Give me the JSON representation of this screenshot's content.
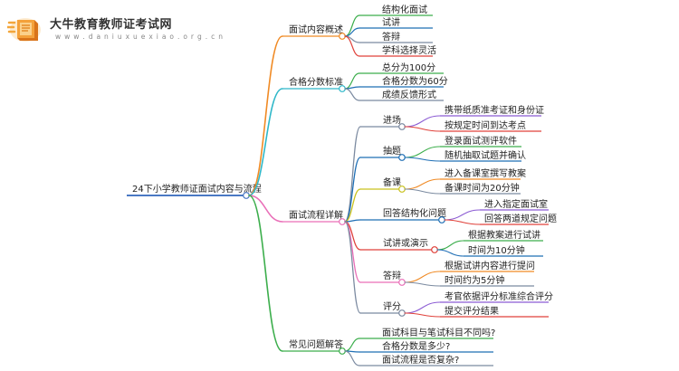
{
  "brand": {
    "title": "大牛教育教师证考试网",
    "url": "w w w . d a n i u x u e x i a o . o r g . c n"
  },
  "colors": {
    "orange": "#f08a24",
    "cyan": "#2fb8c9",
    "pink": "#e96fb8",
    "green": "#3cae4c",
    "blue": "#1f6fb5",
    "slate": "#7b8aa0",
    "red": "#e0413a",
    "yellow": "#c9c21e",
    "purple": "#8b5bd3",
    "root": "#4a79c4"
  },
  "mindmap": {
    "root": "24下小学教师证面试内容与流程",
    "branches": [
      {
        "label": "面试内容概述",
        "items": [
          "结构化面试",
          "试讲",
          "答辩",
          "学科选择灵活"
        ]
      },
      {
        "label": "合格分数标准",
        "items": [
          "总分为100分",
          "合格分数为60分",
          "成绩反馈形式"
        ]
      },
      {
        "label": "面试流程详解",
        "steps": [
          {
            "label": "进场",
            "items": [
              "携带纸质准考证和身份证",
              "按规定时间到达考点"
            ]
          },
          {
            "label": "抽题",
            "items": [
              "登录面试测评软件",
              "随机抽取试题并确认"
            ]
          },
          {
            "label": "备课",
            "items": [
              "进入备课室撰写教案",
              "备课时间为20分钟"
            ]
          },
          {
            "label": "回答结构化问题",
            "items": [
              "进入指定面试室",
              "回答两道规定问题"
            ]
          },
          {
            "label": "试讲或演示",
            "items": [
              "根据教案进行试讲",
              "时间为10分钟"
            ]
          },
          {
            "label": "答辩",
            "items": [
              "根据试讲内容进行提问",
              "时间约为5分钟"
            ]
          },
          {
            "label": "评分",
            "items": [
              "考官依据评分标准综合评分",
              "提交评分结果"
            ]
          }
        ]
      },
      {
        "label": "常见问题解答",
        "items": [
          "面试科目与笔试科目不同吗?",
          "合格分数是多少?",
          "面试流程是否复杂?"
        ]
      }
    ]
  }
}
